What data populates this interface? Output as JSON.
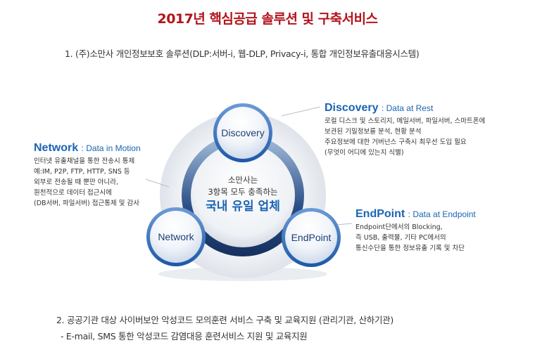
{
  "title": "2017년 핵심공급 솔루션 및 구축서비스",
  "section1": "1. (주)소만사 개인정보보호 솔루션(DLP:서버-i, 웹-DLP, Privacy-i, 통합 개인정보유출대응시스템)",
  "section2": "2. 공공기관 대상 사이버보안 악성코드 모의훈련 서비스 구축 및 교육지원 (관리기관, 산하기관)",
  "section2_sub": "- E-mail, SMS 통한 악성코드 감염대응 훈련서비스 지원 및 교육지원",
  "center": {
    "line1": "소만사는",
    "line2": "3항목 모두 충족하는",
    "highlight": "국내 유일 업체"
  },
  "circles": {
    "discovery": "Discovery",
    "network": "Network",
    "endpoint": "EndPoint"
  },
  "discovery": {
    "name": "Discovery",
    "sub": ": Data at Rest",
    "lines": [
      "로컬 디스크 및 스토리지, 메일서버, 파일서버, 스마트폰에",
      "보관된 기밀정보를 분석, 현황 분석",
      "주요정보에 대한 거버넌스 구축시 최우선 도입 필요",
      "(무엇이 어디에 있는지 식별)"
    ]
  },
  "network": {
    "name": "Network",
    "sub": ": Data in Motion",
    "lines": [
      "인터넷 유출채널을 통한 전송시 통제",
      "예:IM, P2P, FTP, HTTP, SNS 등",
      "외부로 전송될 때 뿐만 아니라,",
      "원천적으로 데이터 접근시에",
      "(DB서버, 파일서버) 접근통제 및 감사"
    ]
  },
  "endpoint": {
    "name": "EndPoint",
    "sub": ": Data at Endpoint",
    "lines": [
      "Endpoint단에서의 Blocking,",
      "즉 USB, 출력물, 기타 PC에서의",
      "통신수단을 통한 정보유출 기록 및 차단"
    ]
  },
  "colors": {
    "title": "#b3141b",
    "accent_blue": "#1a64b3",
    "ring_dark": "#1d3a6e"
  }
}
